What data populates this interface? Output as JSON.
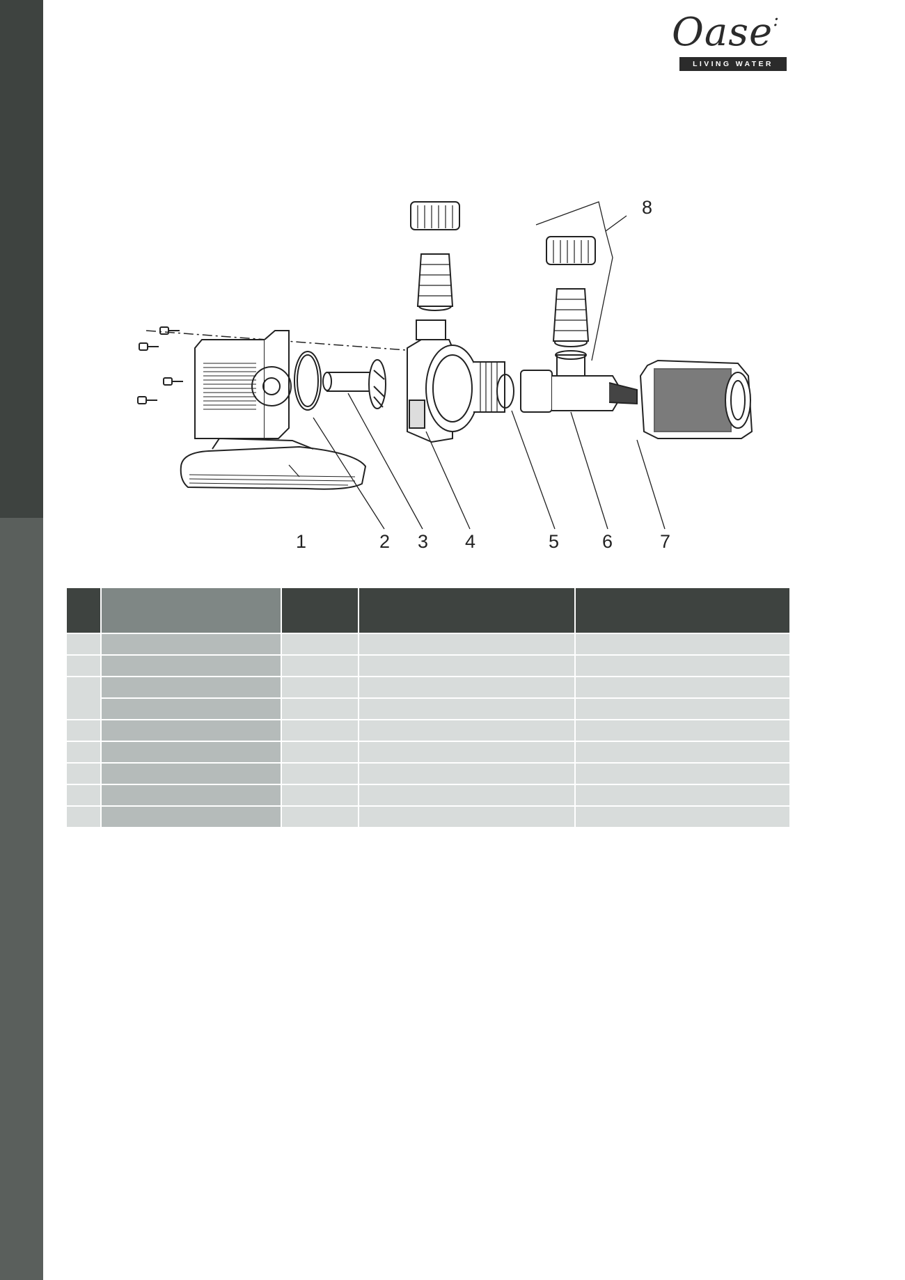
{
  "brand": {
    "name": "Oase",
    "tagline": "LIVING WATER"
  },
  "diagram": {
    "callouts": [
      "1",
      "2",
      "3",
      "4",
      "5",
      "6",
      "7",
      "8"
    ]
  },
  "parts_table": {
    "header": [
      "",
      "",
      "",
      "",
      ""
    ],
    "rows": [
      [
        "",
        "",
        "",
        "",
        ""
      ],
      [
        "",
        "",
        "",
        "",
        ""
      ],
      [
        "",
        "",
        "",
        "",
        ""
      ],
      [
        "",
        "",
        "",
        "",
        ""
      ],
      [
        "",
        "",
        "",
        "",
        ""
      ],
      [
        "",
        "",
        "",
        "",
        ""
      ],
      [
        "",
        "",
        "",
        "",
        ""
      ],
      [
        "",
        "",
        "",
        "",
        ""
      ],
      [
        "",
        "",
        "",
        "",
        ""
      ]
    ]
  },
  "colors": {
    "sidebar_dark": "#3e4340",
    "sidebar_light": "#5a5f5c",
    "table_header": "#3e4340",
    "table_header_name": "#7f8785",
    "row_bg": "#d8dcdb",
    "row_name_bg": "#b5bbba"
  }
}
